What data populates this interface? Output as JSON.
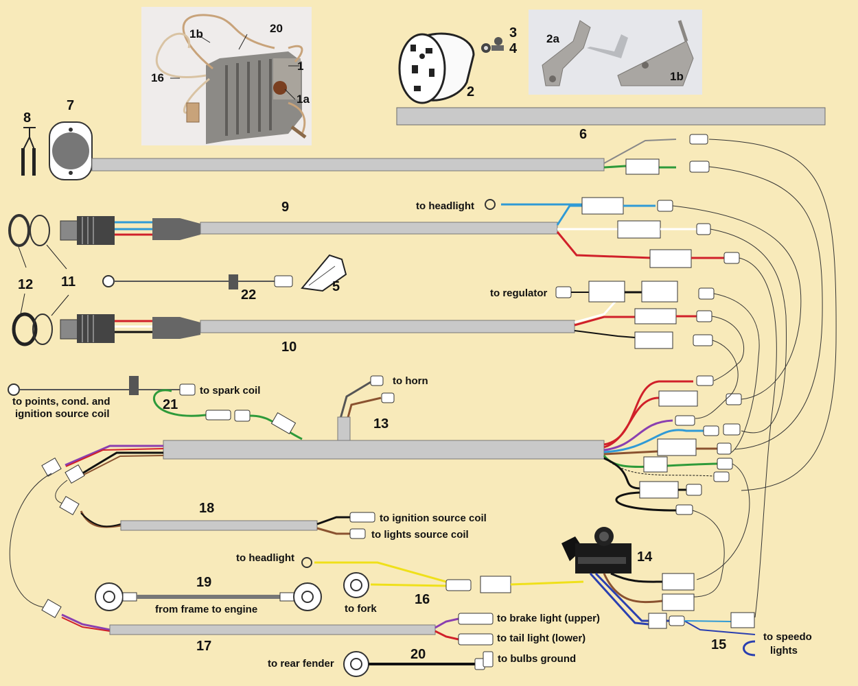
{
  "diagram": {
    "part_numbers": {
      "n1": "1",
      "n1a": "1a",
      "n1b_photo": "1b",
      "n2": "2",
      "n2a": "2a",
      "n1b_bracket": "1b",
      "n3": "3",
      "n4": "4",
      "n5": "5",
      "n6": "6",
      "n7": "7",
      "n8": "8",
      "n9": "9",
      "n10": "10",
      "n11": "11",
      "n12": "12",
      "n13": "13",
      "n14": "14",
      "n15": "15",
      "n16_photo": "16",
      "n16": "16",
      "n17": "17",
      "n18": "18",
      "n19": "19",
      "n20_photo": "20",
      "n20": "20",
      "n21": "21",
      "n22": "22"
    },
    "labels": {
      "to_headlight_top": "to headlight",
      "to_regulator": "to regulator",
      "to_horn": "to horn",
      "to_spark_coil": "to spark coil",
      "to_points_line1": "to points, cond. and",
      "to_points_line2": "ignition source coil",
      "to_ignition_source_coil": "to ignition source coil",
      "to_lights_source_coil": "to lights source coil",
      "to_headlight_bottom": "to headlight",
      "to_fork": "to fork",
      "from_frame_to_engine": "from frame to engine",
      "to_brake_light": "to brake light (upper)",
      "to_tail_light": "to tail light (lower)",
      "to_rear_fender": "to rear fender",
      "to_bulbs_ground": "to bulbs ground",
      "to_speedo_line1": "to speedo",
      "to_speedo_line2": "lights"
    },
    "colors": {
      "background": "#f8eaba",
      "harness": "#c9c9c9",
      "wire_red": "#d0202a",
      "wire_blue": "#2f9ad6",
      "wire_green": "#2e9a3a",
      "wire_yellow": "#efe01a",
      "wire_brown": "#8a5230",
      "wire_purple": "#8a3fb0",
      "wire_dark_blue": "#2a3fb0",
      "wire_black": "#111111"
    }
  }
}
